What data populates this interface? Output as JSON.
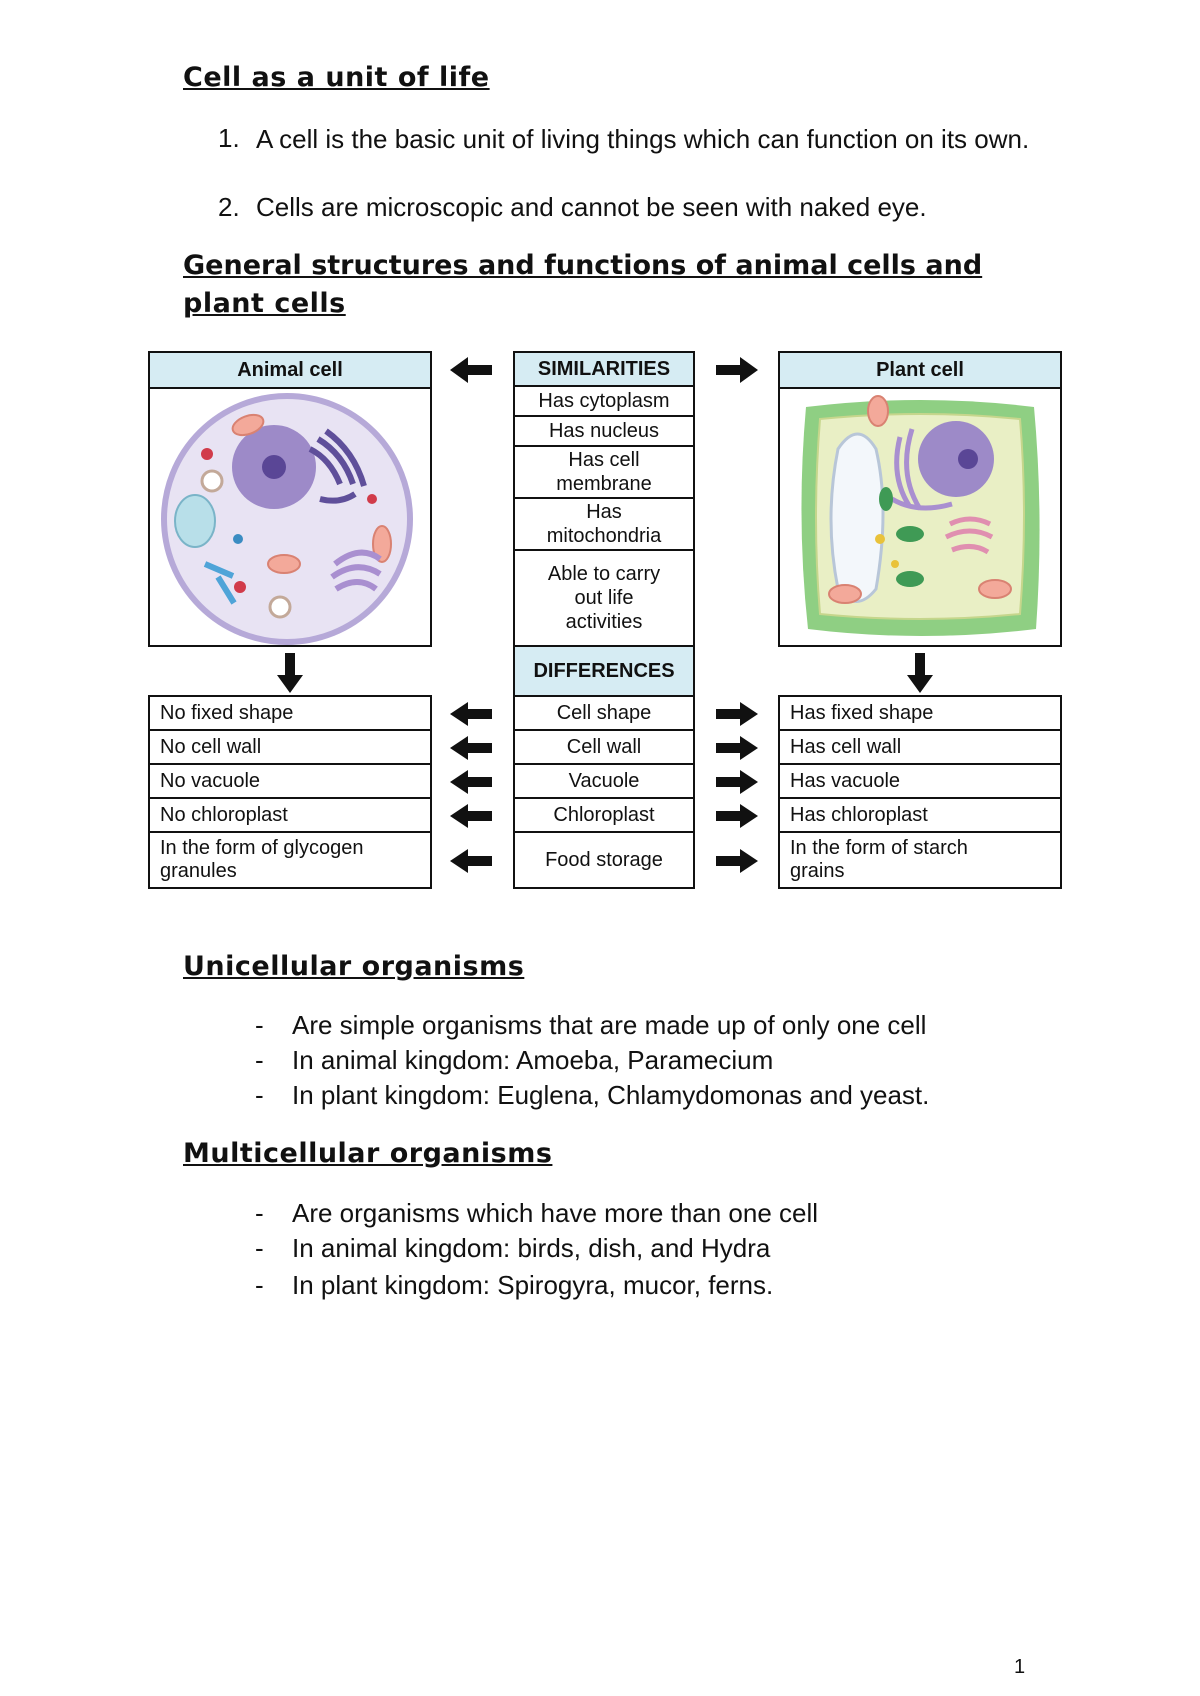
{
  "section1": {
    "heading": "Cell as a unit of life",
    "items": [
      "A cell is the basic unit of living things which can function on its own.",
      "Cells are microscopic and cannot be seen with naked eye."
    ]
  },
  "section2": {
    "heading_line1": "General structures and functions of animal cells and",
    "heading_line2": "plant cells"
  },
  "diagram": {
    "animal_title": "Animal cell",
    "plant_title": "Plant cell",
    "similarities_title": "SIMILARITIES",
    "similarities": [
      "Has cytoplasm",
      "Has nucleus",
      "Has cell membrane",
      "Has mitochondria",
      "Able to carry out life activities"
    ],
    "differences_title": "DIFFERENCES",
    "differences": [
      "Cell shape",
      "Cell wall",
      "Vacuole",
      "Chloroplast",
      "Food storage"
    ],
    "animal_rows": [
      "No fixed shape",
      "No cell wall",
      "No vacuole",
      "No chloroplast",
      "In the form of glycogen granules"
    ],
    "plant_rows": [
      "Has fixed shape",
      "Has cell wall",
      "Has vacuole",
      "Has chloroplast",
      "In the form of starch grains"
    ]
  },
  "section3": {
    "heading": "Unicellular organisms",
    "items": [
      "Are simple organisms that are made up of only one cell",
      "In animal kingdom: Amoeba, Paramecium",
      "In plant kingdom: Euglena, Chlamydomonas and yeast."
    ]
  },
  "section4": {
    "heading": "Multicellular organisms",
    "items": [
      "Are organisms which have more than one cell",
      "In animal kingdom: birds, dish, and Hydra",
      "In plant kingdom: Spirogyra, mucor, ferns."
    ]
  },
  "page_number": "1",
  "colors": {
    "header_fill": "#d6ecf3",
    "animal_cell": "#e8e3f3",
    "plant_cell": "#e9efc5",
    "plant_wall": "#8fcf83"
  }
}
